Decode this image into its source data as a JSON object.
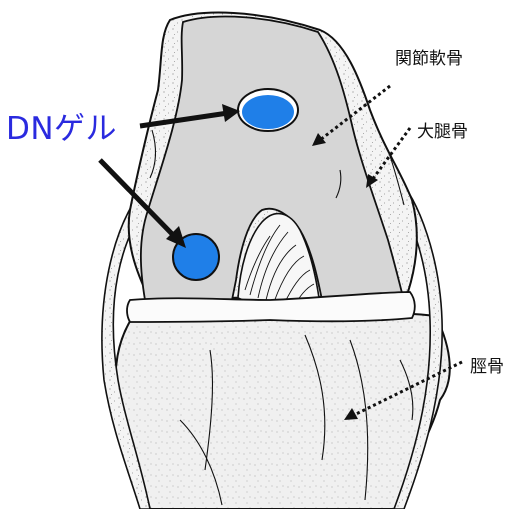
{
  "labels": {
    "gel": "DNゲル",
    "articular_cartilage": "関節軟骨",
    "femur": "大腿骨",
    "tibia": "脛骨"
  },
  "colors": {
    "gel_label": "#2a2adf",
    "gel_fill": "#1f7fe8",
    "gel_outline": "#111111",
    "cartilage": "#d6d6d6",
    "bone_stipple": "#8a8a8a",
    "outline": "#111111",
    "background": "#ffffff"
  }
}
